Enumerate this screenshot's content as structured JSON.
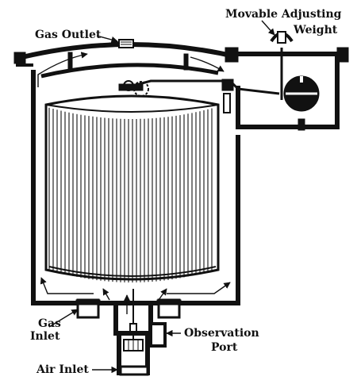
{
  "labels": {
    "gas_outlet": "Gas Outlet",
    "weight_line1": "Movable Adjusting",
    "weight_line2": "Weight",
    "gas_inlet_line1": "Gas",
    "gas_inlet_line2": "Inlet",
    "observation_line1": "Observation",
    "observation_line2": "Port",
    "air_inlet": "Air Inlet"
  },
  "colors": {
    "ink": "#111111",
    "paper": "#ffffff"
  }
}
